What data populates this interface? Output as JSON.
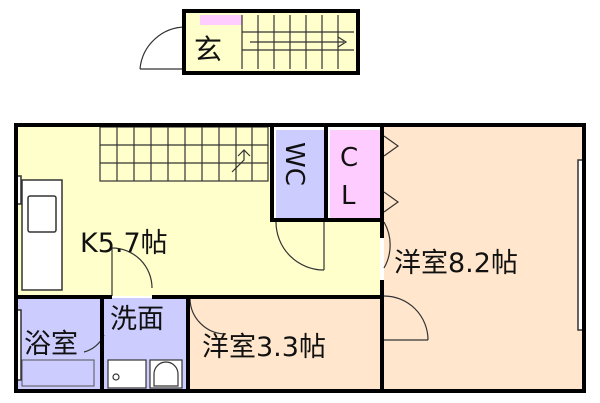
{
  "rooms": {
    "entrance": "玄",
    "kitchen": "K5.7帖",
    "wc": "WC",
    "closet": "CL",
    "western_large": "洋室8.2帖",
    "western_small": "洋室3.3帖",
    "bath": "浴室",
    "washroom": "洗面"
  },
  "colors": {
    "kitchen": "#ffffcc",
    "western": "#ffe6cc",
    "wet_area": "#ccccff",
    "closet": "#ffccff",
    "wall": "#000000",
    "line": "#333333"
  }
}
